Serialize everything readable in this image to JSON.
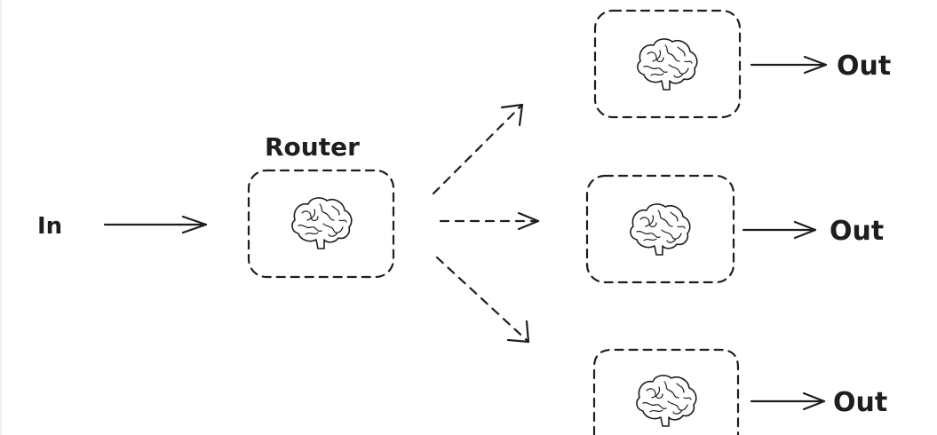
{
  "diagram": {
    "input_label": "In",
    "router_label": "Router",
    "outputs": [
      {
        "label": "Out",
        "icon": "brain-icon"
      },
      {
        "label": "Out",
        "icon": "brain-icon"
      },
      {
        "label": "Out",
        "icon": "brain-icon"
      }
    ],
    "router_icon": "brain-icon",
    "stroke_color": "#1e1e1e",
    "background": "#ffffff"
  }
}
